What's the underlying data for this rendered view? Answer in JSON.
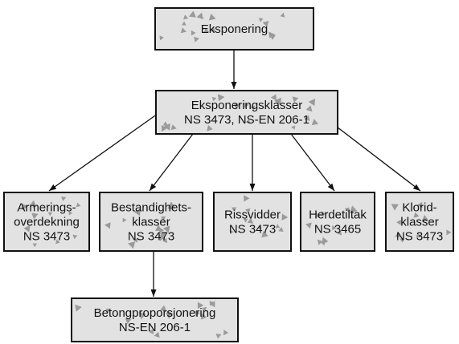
{
  "nodes": {
    "root": {
      "lines": [
        "Eksponering"
      ]
    },
    "classes": {
      "lines": [
        "Eksponeringsklasser",
        "NS 3473, NS-EN 206-1"
      ]
    },
    "cover": {
      "lines": [
        "Armerings-",
        "overdekning",
        "NS 3473"
      ]
    },
    "durability": {
      "lines": [
        "Bestandighets-",
        "klasser",
        "NS 3473"
      ]
    },
    "cracks": {
      "lines": [
        "Rissvidder",
        "NS 3473"
      ]
    },
    "curing": {
      "lines": [
        "Herdetiltak",
        "NS 3465"
      ]
    },
    "chloride": {
      "lines": [
        "Klorid-",
        "klasser",
        "NS 3473"
      ]
    },
    "mix": {
      "lines": [
        "Betongproporsjonering",
        "NS-EN 206-1"
      ]
    }
  },
  "edges": [
    [
      "root",
      "classes"
    ],
    [
      "classes",
      "cover"
    ],
    [
      "classes",
      "durability"
    ],
    [
      "classes",
      "cracks"
    ],
    [
      "classes",
      "curing"
    ],
    [
      "classes",
      "chloride"
    ],
    [
      "durability",
      "mix"
    ]
  ],
  "colors": {
    "box_fill": "#e2e2e2",
    "box_stroke": "#111111",
    "speckle": "#9a9a9a",
    "line": "#111111"
  }
}
